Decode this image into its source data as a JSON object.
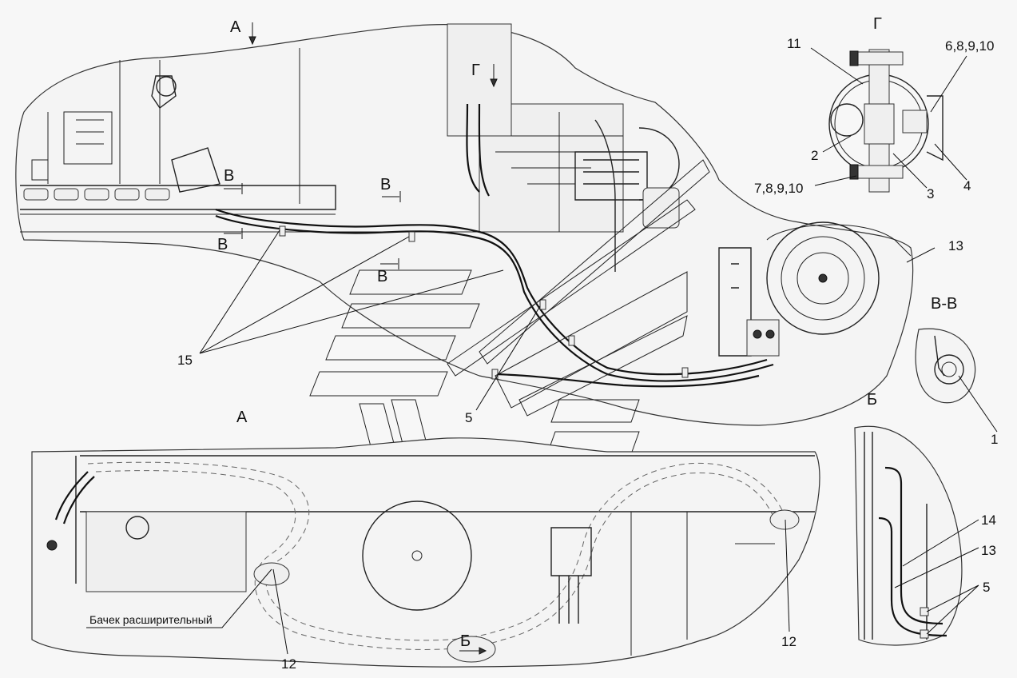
{
  "views": {
    "main_a_arrow": "А",
    "main_g_arrow": "Г",
    "view_a_title": "А",
    "view_b_title": "Б",
    "view_b_arrow": "Б",
    "view_g_title": "Г",
    "section_vv_title": "В-В",
    "cut_b1": "В",
    "cut_b2": "В",
    "cut_b3": "В",
    "cut_b4": "В"
  },
  "positions": {
    "p1": "1",
    "p2": "2",
    "p3": "3",
    "p4": "4",
    "p5_main": "5",
    "p5_b": "5",
    "p6": "6,8,9,10",
    "p7": "7,8,9,10",
    "p11": "11",
    "p12_left": "12",
    "p12_right": "12",
    "p13_main": "13",
    "p13_b": "13",
    "p14": "14",
    "p15": "15"
  },
  "notes": {
    "expansion_tank": "Бачек расширительный"
  }
}
